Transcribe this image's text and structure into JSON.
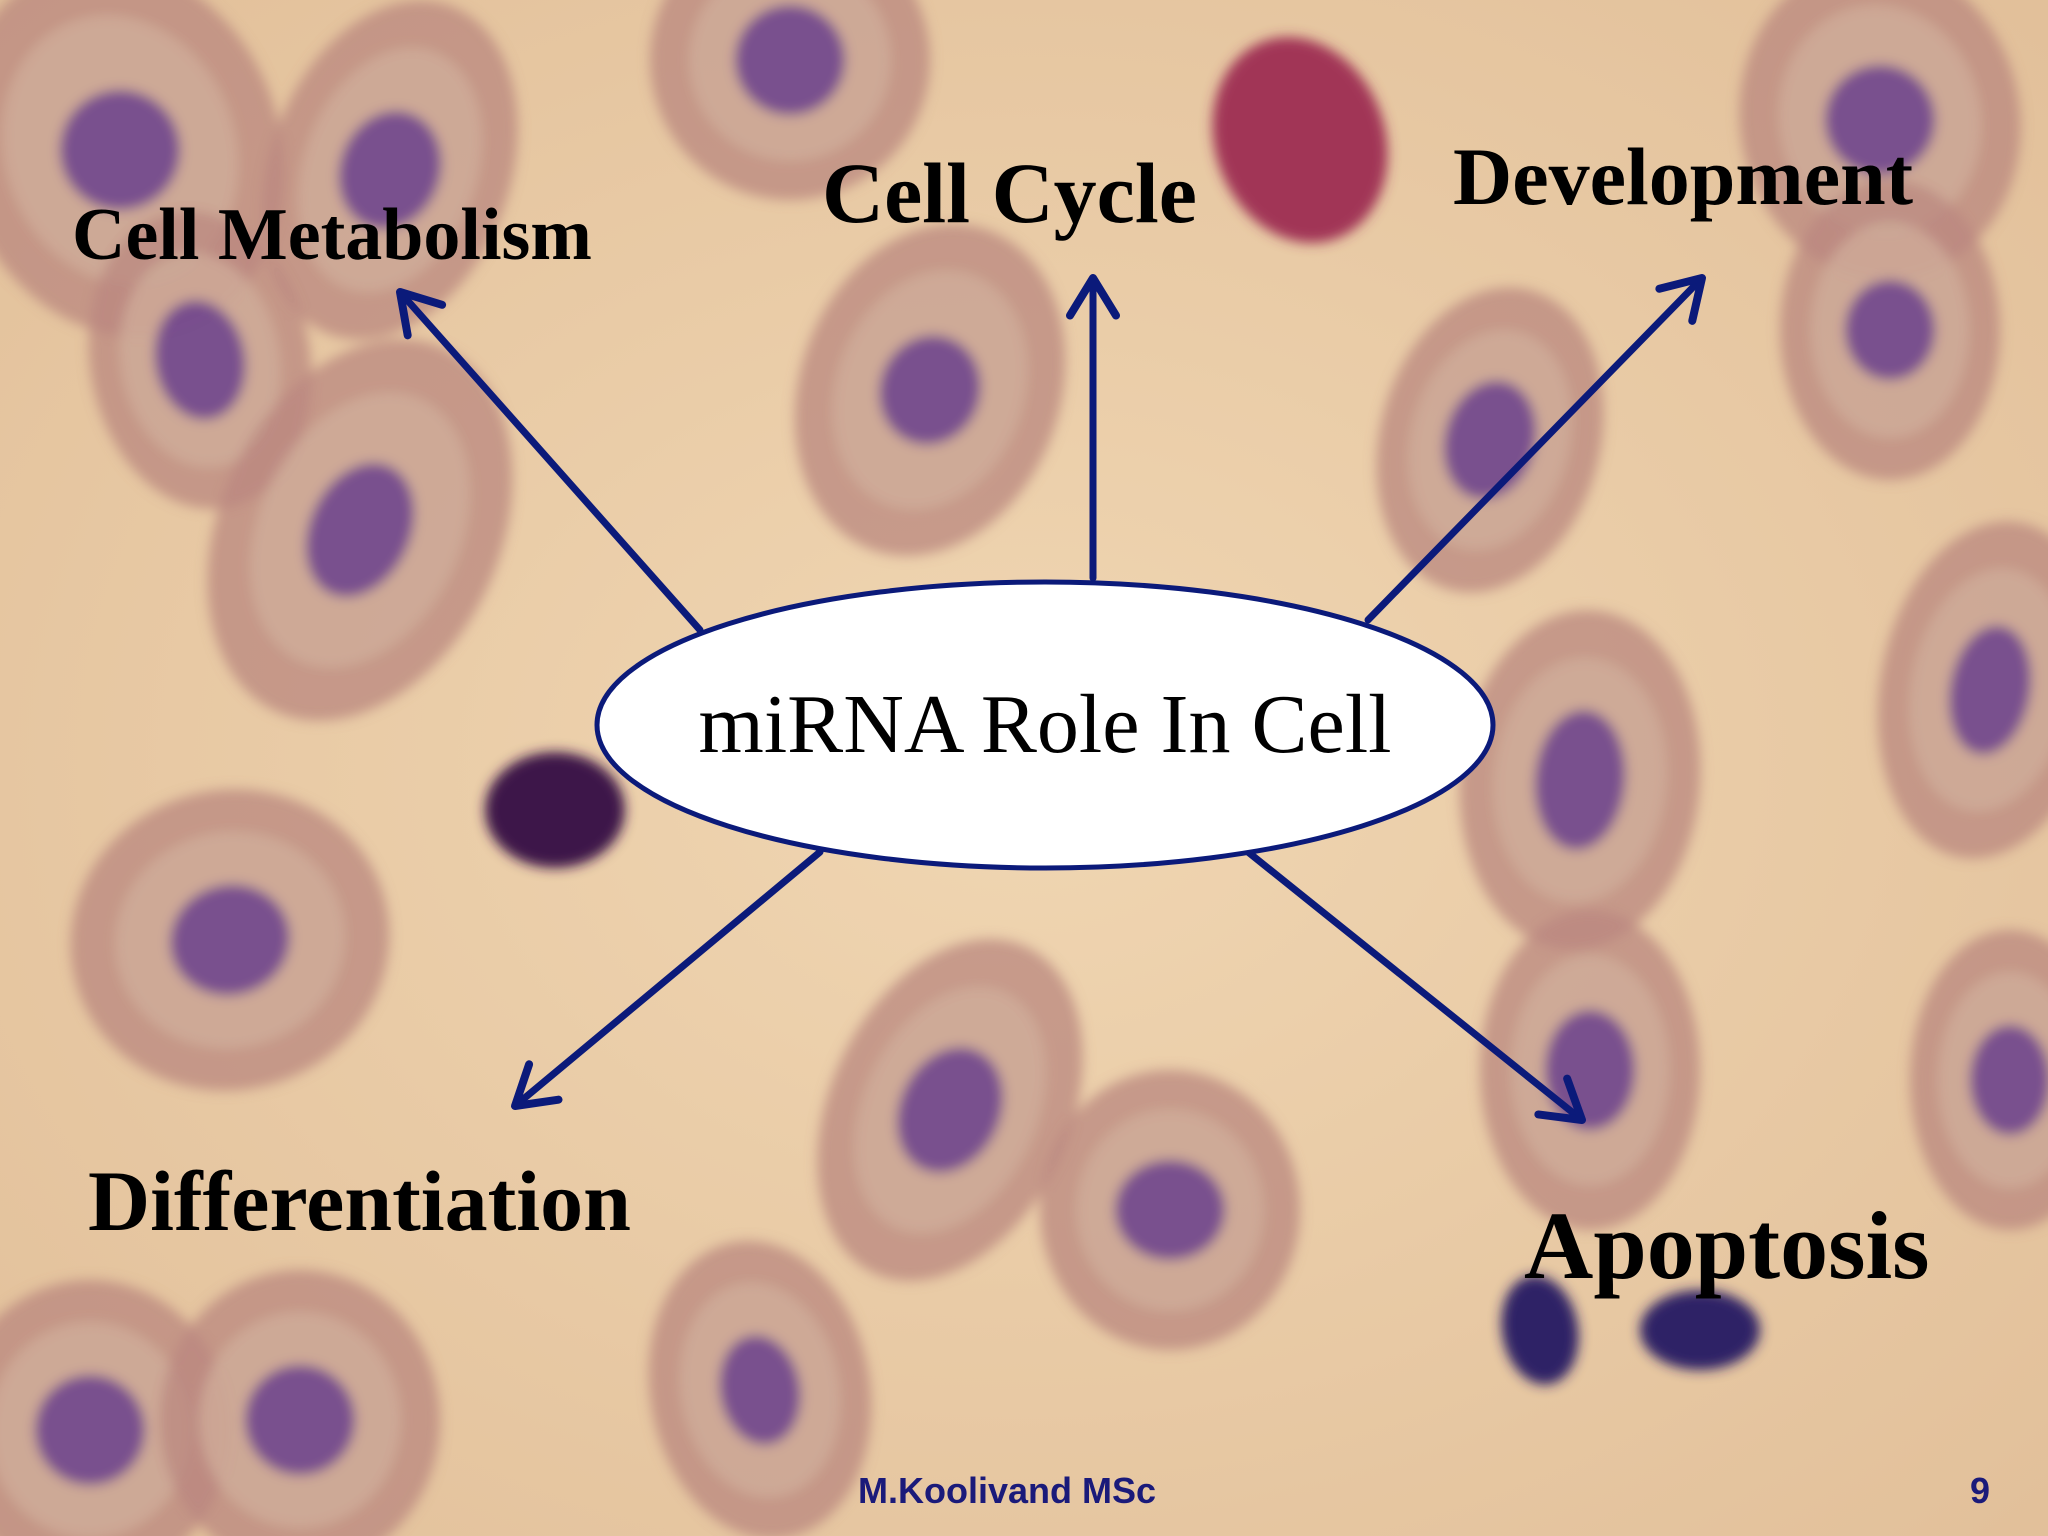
{
  "diagram": {
    "center": "miRNA Role In Cell",
    "branches": [
      "Cell Metabolism",
      "Cell Cycle",
      "Development",
      "Differentiation",
      "Apoptosis"
    ]
  },
  "footer": {
    "author": "M.Koolivand MSc",
    "page_number": "9"
  },
  "colors": {
    "arrow": "#0b1a7a",
    "ellipse_fill": "#ffffff",
    "ellipse_stroke": "#0b1a7a",
    "background": "#e8c9a3",
    "cell_outer": "#b9877f",
    "cell_nucleus": "#6a3e8c",
    "footer_text": "#1a1a7a"
  }
}
